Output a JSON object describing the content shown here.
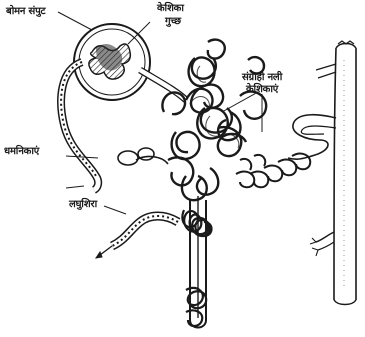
{
  "labels": {
    "bowman_capsule": "बोमन संपुट",
    "glomerulus_line1": "केशिका",
    "glomerulus_line2": "गुच्छ",
    "collecting_duct_line1": "संग्राही नली",
    "collecting_duct_line2": "केशिकाएं",
    "arteriole": "धमनिकाएं",
    "venule": "लघुशिरा"
  },
  "colors": {
    "ink": "#1a1a1a",
    "background": "#ffffff",
    "shading": "#6a6a6a"
  }
}
